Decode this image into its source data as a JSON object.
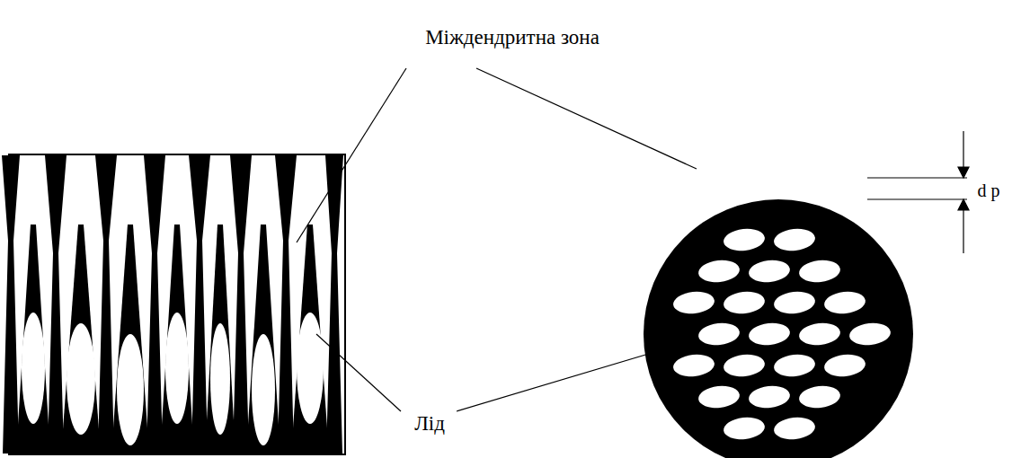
{
  "diagram": {
    "labels": [
      "Міждендритна зона",
      "Лід",
      "d p"
    ]
  }
}
